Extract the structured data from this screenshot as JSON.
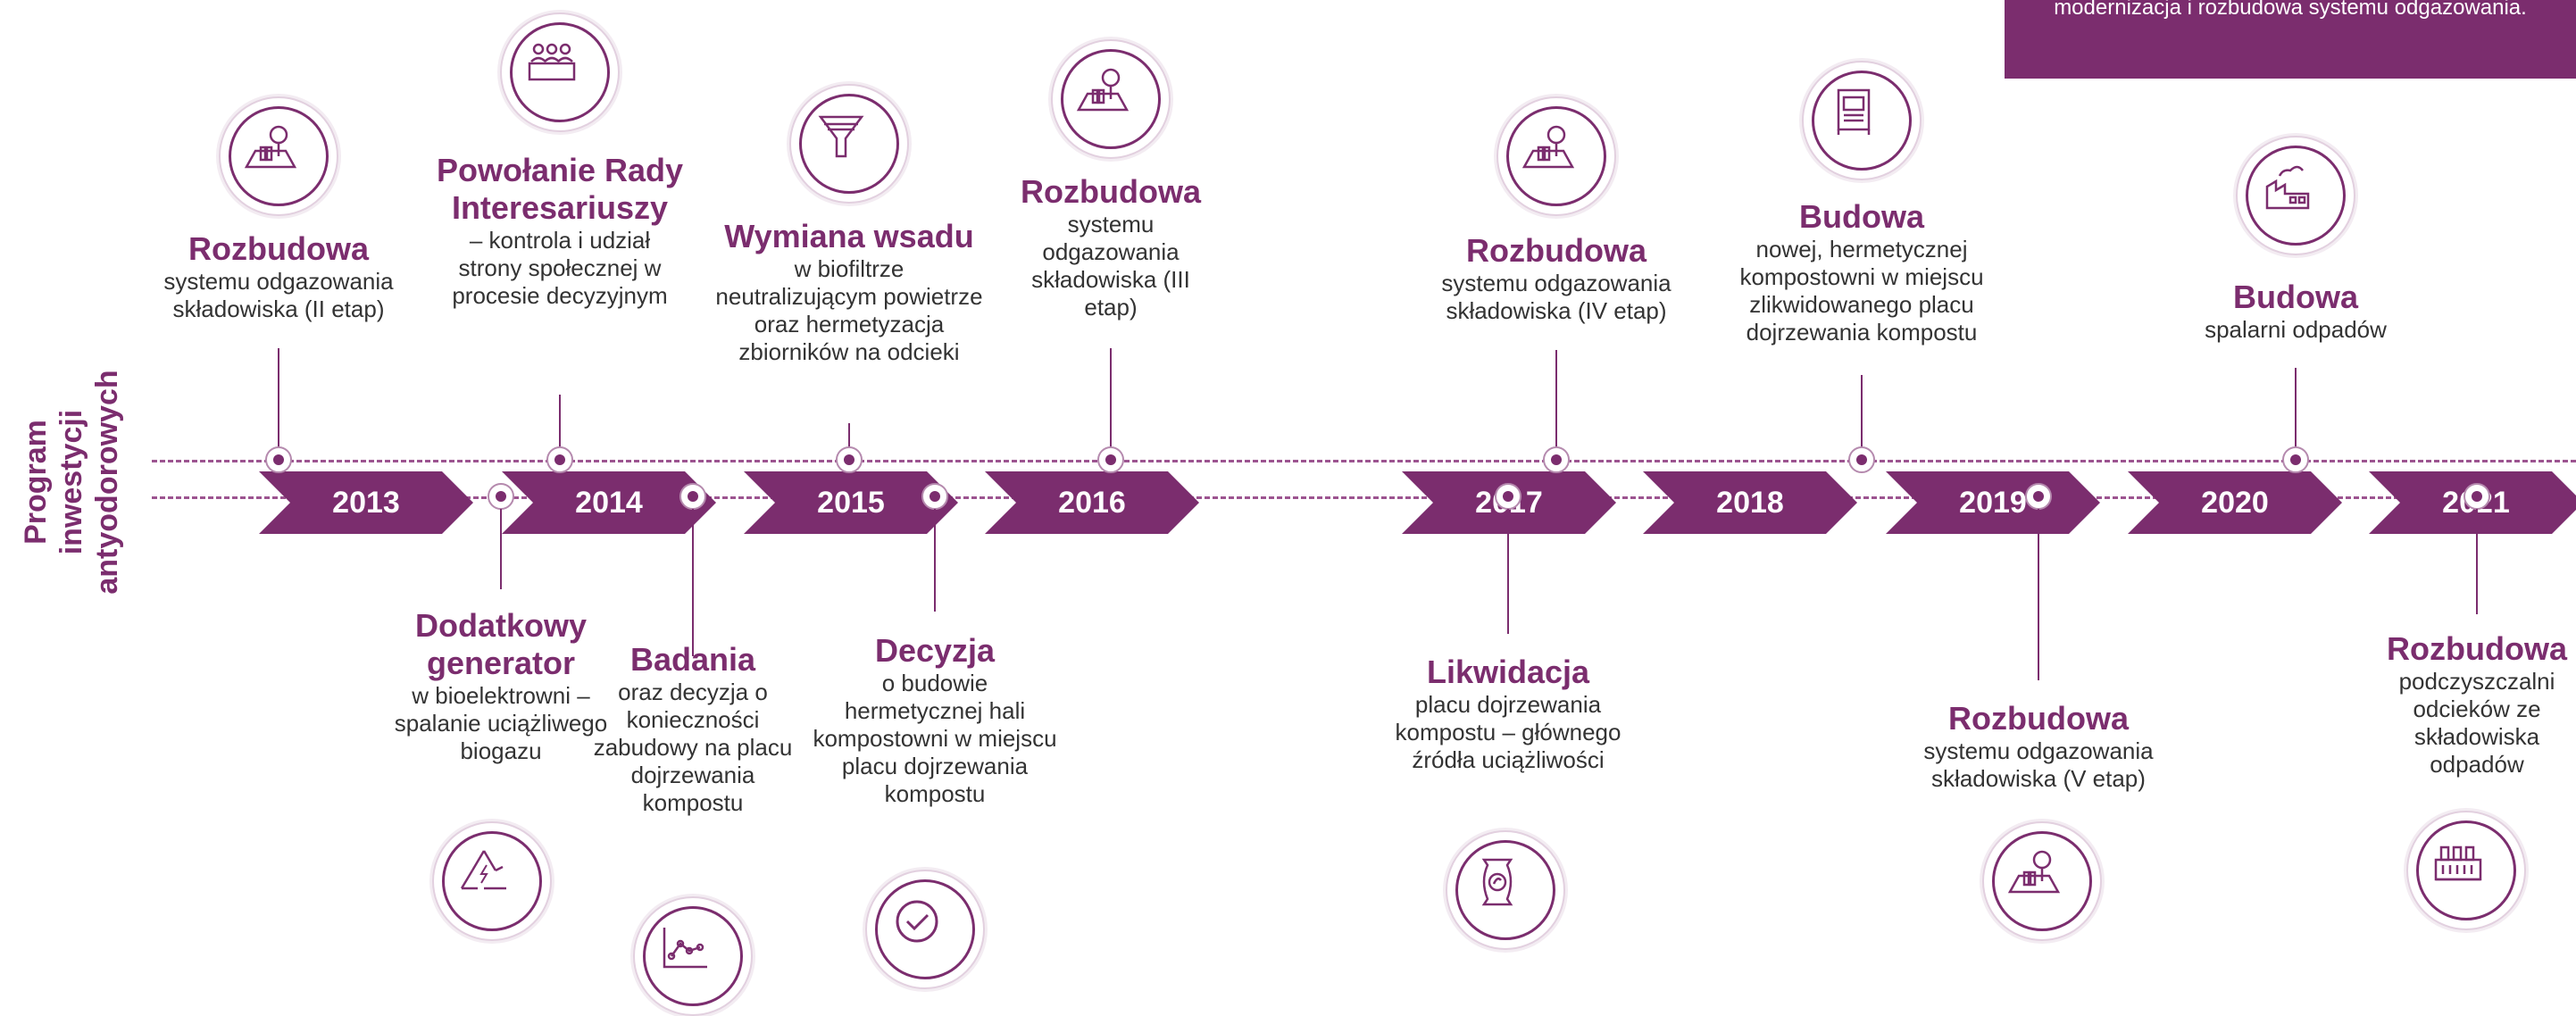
{
  "side_title": {
    "line1": "Program",
    "line2": "inwestycji",
    "line3": "antyodorowych"
  },
  "top_box": {
    "line1": "modernizacja i rozbudowa systemu odgazowania."
  },
  "years": [
    "2013",
    "2014",
    "2015",
    "2016",
    "2017",
    "2018",
    "2019",
    "2020",
    "2021"
  ],
  "events": [
    {
      "title": "Rozbudowa",
      "desc": "systemu odgazowania składowiska (II etap)",
      "icon": "landfill-tree-icon"
    },
    {
      "title": "Powołanie Rady Interesariuszy",
      "desc": "– kontrola i udział strony społecznej w procesie decyzyjnym",
      "icon": "people-meeting-icon"
    },
    {
      "title": "Wymiana wsadu",
      "desc": "w biofiltrze neutralizującym powietrze oraz hermetyzacja zbiorników na odcieki",
      "icon": "filter-funnel-icon"
    },
    {
      "title": "Rozbudowa",
      "desc": "systemu odgazowania składowiska (III etap)",
      "icon": "landfill-tree-icon"
    },
    {
      "title": "Rozbudowa",
      "desc": "systemu odgazowania składowiska (IV etap)",
      "icon": "landfill-tree-icon"
    },
    {
      "title": "Budowa",
      "desc": "nowej, hermetycznej kompostowni w miejscu zlikwidowanego placu dojrzewania kompostu",
      "icon": "composter-machine-icon"
    },
    {
      "title": "Budowa",
      "desc": "spalarni odpadów",
      "icon": "incinerator-icon"
    },
    {
      "title": "Dodatkowy generator",
      "desc": "w bioelektrowni – spalanie uciążliwego biogazu",
      "icon": "recycle-energy-icon"
    },
    {
      "title": "Badania",
      "desc": "oraz decyzja o konieczności zabudowy na placu dojrzewania kompostu",
      "icon": "line-chart-icon"
    },
    {
      "title": "Decyzja",
      "desc": "o budowie hermetycznej hali kompostowni w miejscu placu dojrzewania kompostu",
      "icon": "checkmark-icon"
    },
    {
      "title": "Likwidacja",
      "desc": "placu dojrzewania kompostu – głównego źródła uciążliwości",
      "icon": "compost-bag-icon"
    },
    {
      "title": "Rozbudowa",
      "desc": "systemu odgazowania składowiska (V etap)",
      "icon": "landfill-tree-icon"
    },
    {
      "title": "Rozbudowa",
      "desc": "podczyszczalni odcieków ze składowiska odpadów",
      "icon": "treatment-plant-icon"
    }
  ],
  "colors": {
    "accent": "#7b2d6e",
    "text": "#333333"
  }
}
